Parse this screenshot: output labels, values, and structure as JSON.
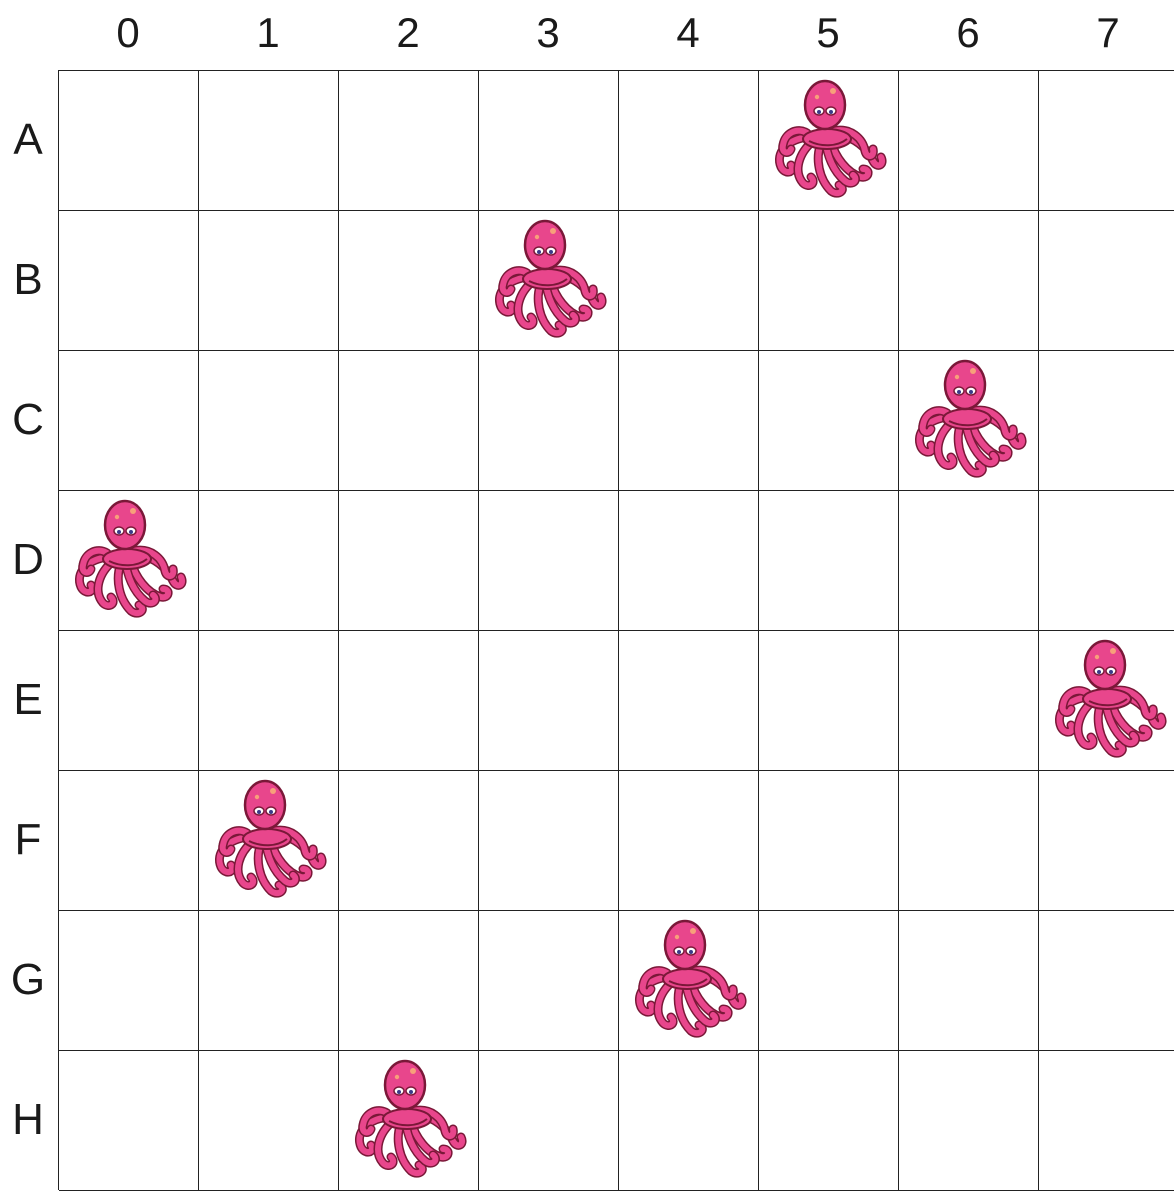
{
  "board": {
    "columns": [
      "0",
      "1",
      "2",
      "3",
      "4",
      "5",
      "6",
      "7"
    ],
    "rows": [
      "A",
      "B",
      "C",
      "D",
      "E",
      "F",
      "G",
      "H"
    ],
    "piece_icon": "octopus-icon",
    "piece_color": "#e8468c",
    "pieces": [
      {
        "row": "A",
        "col": "5"
      },
      {
        "row": "B",
        "col": "3"
      },
      {
        "row": "C",
        "col": "6"
      },
      {
        "row": "D",
        "col": "0"
      },
      {
        "row": "E",
        "col": "7"
      },
      {
        "row": "F",
        "col": "1"
      },
      {
        "row": "G",
        "col": "4"
      },
      {
        "row": "H",
        "col": "2"
      }
    ]
  }
}
